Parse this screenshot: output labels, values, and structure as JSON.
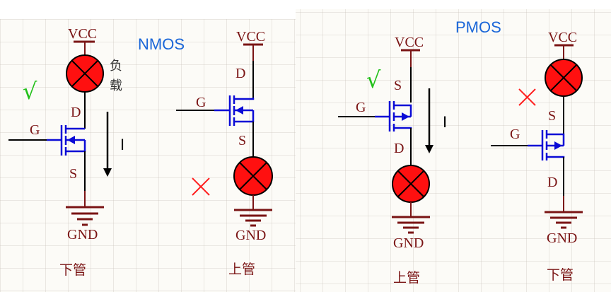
{
  "colors": {
    "label": "#7a1414",
    "title": "#1a66d8",
    "mosfet": "#0b0bd6",
    "wire": "#000000",
    "power_wire": "#7a1414",
    "lamp_fill": "#ff1010",
    "check": "#22c01a",
    "cross": "#ff2020"
  },
  "titles": {
    "nmos": "NMOS",
    "pmos": "PMOS"
  },
  "circuits": [
    {
      "id": "nmos-low-side",
      "type": "NMOS",
      "vcc": "VCC",
      "gnd": "GND",
      "gate": "G",
      "top_pin": "D",
      "bottom_pin": "S",
      "load_position": "top",
      "load_label": "负载",
      "current_label": "I",
      "verdict": "√",
      "verdict_meaning": "correct",
      "caption": "下管"
    },
    {
      "id": "nmos-high-side",
      "type": "NMOS",
      "vcc": "VCC",
      "gnd": "GND",
      "gate": "G",
      "top_pin": "D",
      "bottom_pin": "S",
      "load_position": "bottom",
      "verdict": "×",
      "verdict_meaning": "incorrect",
      "caption": "上管"
    },
    {
      "id": "pmos-high-side",
      "type": "PMOS",
      "vcc": "VCC",
      "gnd": "GND",
      "gate": "G",
      "top_pin": "S",
      "bottom_pin": "D",
      "load_position": "bottom",
      "current_label": "I",
      "verdict": "√",
      "verdict_meaning": "correct",
      "caption": "上管"
    },
    {
      "id": "pmos-low-side",
      "type": "PMOS",
      "vcc": "VCC",
      "gnd": "GND",
      "gate": "G",
      "top_pin": "S",
      "bottom_pin": "D",
      "load_position": "top",
      "verdict": "×",
      "verdict_meaning": "incorrect",
      "caption": "下管"
    }
  ]
}
